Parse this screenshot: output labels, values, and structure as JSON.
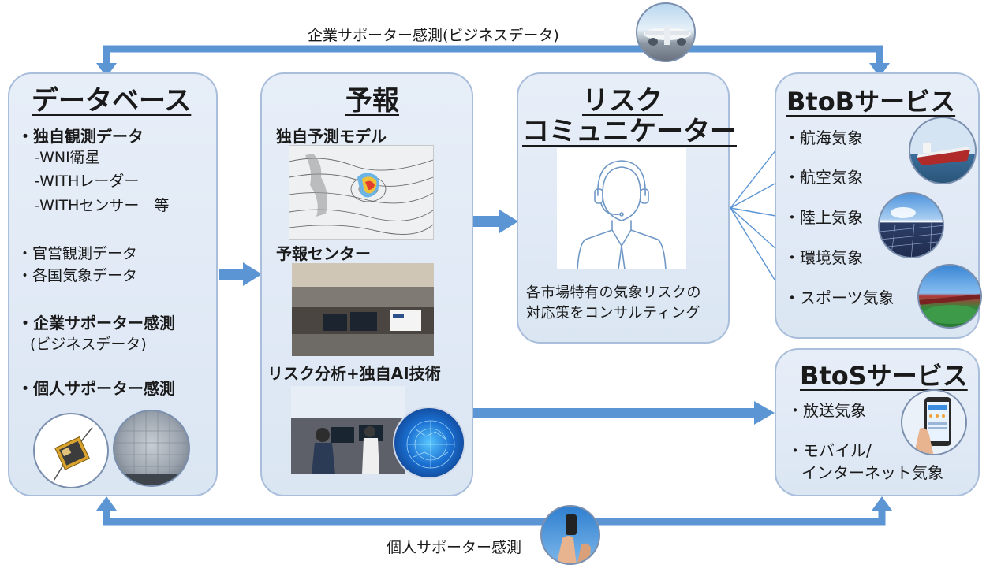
{
  "top_flow": {
    "label": "企業サポーター感測(ビジネスデータ)"
  },
  "bottom_flow": {
    "label": "個人サポーター感測"
  },
  "database": {
    "title": "データベース",
    "items": [
      {
        "text": "・独自観測データ",
        "bold": true
      },
      {
        "text": "-WNI衛星",
        "bold": false
      },
      {
        "text": "-WITHレーダー",
        "bold": false
      },
      {
        "text": "-WITHセンサー　等",
        "bold": false
      },
      {
        "text": "・官営観測データ",
        "bold": false
      },
      {
        "text": "・各国気象データ",
        "bold": false
      },
      {
        "text": "・企業サポーター感測",
        "bold": true
      },
      {
        "text": "(ビジネスデータ)",
        "bold": false
      },
      {
        "text": "・個人サポーター感測",
        "bold": true
      }
    ]
  },
  "forecast": {
    "title": "予報",
    "model_label": "独自予測モデル",
    "center_label": "予報センター",
    "ai_label": "リスク分析+独自AI技術"
  },
  "risk": {
    "title_line1": "リスク",
    "title_line2": "コミュニケーター",
    "desc_line1": "各市場特有の気象リスクの",
    "desc_line2": "対応策をコンサルティング"
  },
  "btob": {
    "title": "BtoBサービス",
    "items": [
      "・航海気象",
      "・航空気象",
      "・陸上気象",
      "・環境気象",
      "・スポーツ気象"
    ]
  },
  "btos": {
    "title": "BtoSサービス",
    "item1": "・放送気象",
    "item2_line1": "・モバイル/",
    "item2_line2": "インターネット気象"
  },
  "colors": {
    "arrow": "#5b95d4",
    "panel_border": "#a9bedb",
    "panel_fill": "#e2eaf5"
  }
}
